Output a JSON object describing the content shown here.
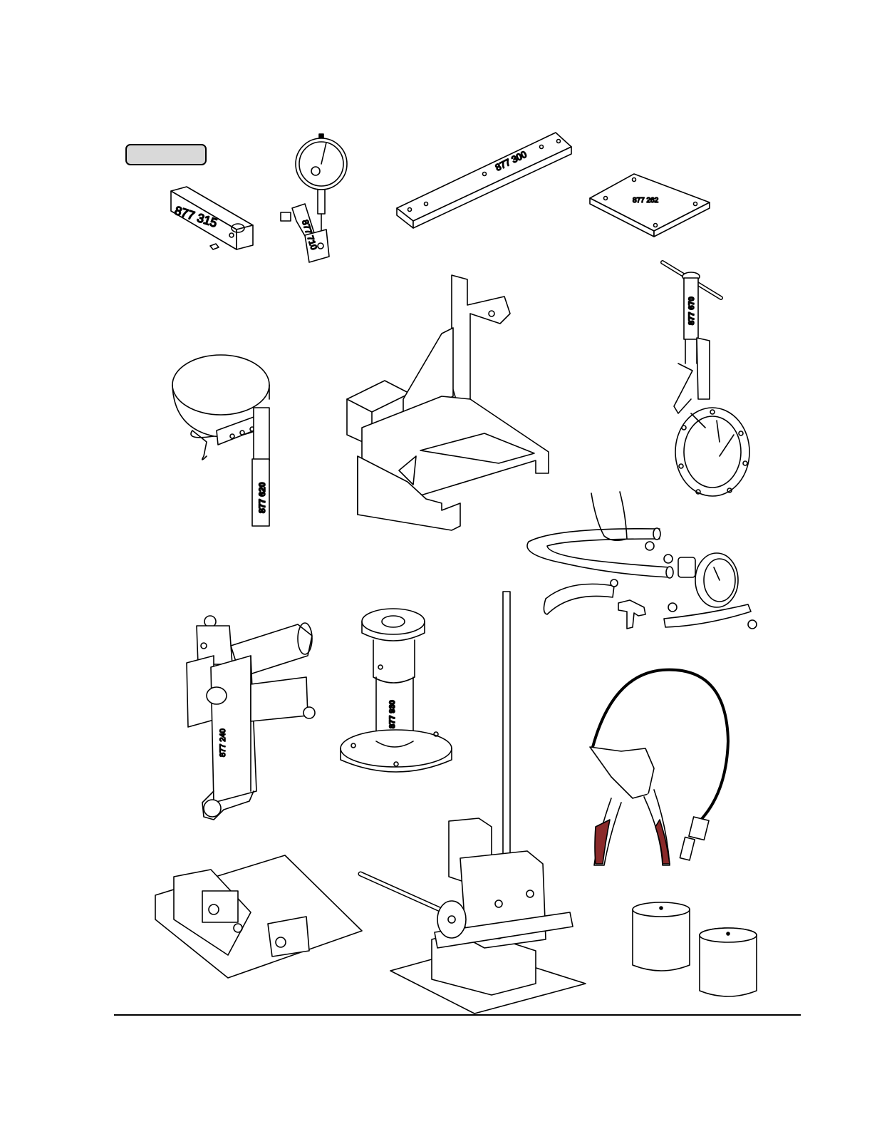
{
  "tools": [
    {
      "part_number": "877 315"
    },
    {
      "part_number": "877 710"
    },
    {
      "part_number": "877 300"
    },
    {
      "part_number": "877 262"
    },
    {
      "part_number": "877 620"
    },
    {
      "part_number": "877 670"
    },
    {
      "part_number": "877 240"
    },
    {
      "part_number": "877 930"
    }
  ],
  "colors": {
    "line": "#000000",
    "fill": "#ffffff",
    "tab_fill": "#d9d9d9",
    "grip": "#8a2a2a"
  }
}
